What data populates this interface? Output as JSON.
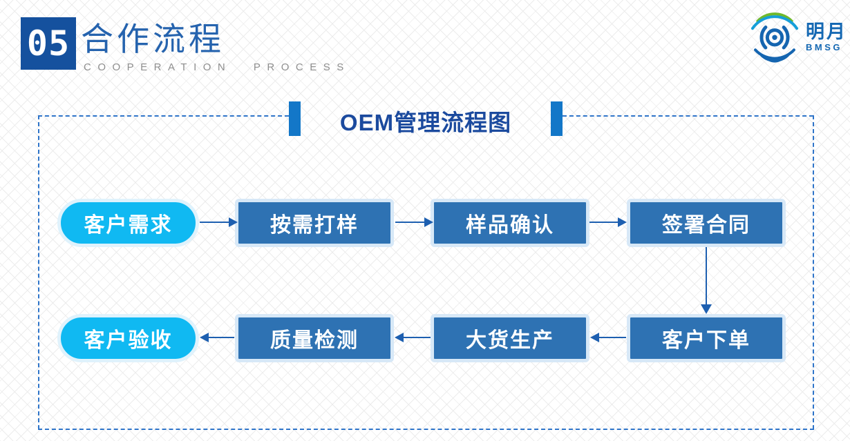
{
  "slide": {
    "header": {
      "number": "05",
      "title": "合作流程",
      "subtitle": "COOPERATION PROCESS"
    },
    "logo": {
      "company_name": "明月",
      "company_abbr": "BMSG"
    },
    "diagram": {
      "title": "OEM管理流程图",
      "flow_row_1": {
        "direction": "left-to-right",
        "steps": [
          "客户需求",
          "按需打样",
          "样品确认",
          "签署合同"
        ]
      },
      "flow_row_2": {
        "direction": "right-to-left",
        "steps": [
          "客户验收",
          "质量检测",
          "大货生产",
          "客户下单"
        ]
      },
      "process_order": [
        "客户需求",
        "按需打样",
        "样品确认",
        "签署合同",
        "客户下单",
        "大货生产",
        "质量检测",
        "客户验收"
      ]
    },
    "colors": {
      "header_square_blue": "#15519E",
      "header_title_blue": "#2563AE",
      "subtitle_gray": "#8E8E8E",
      "diagram_title_blue": "#1B4A9E",
      "title_bar_blue": "#1377C8",
      "dashed_border_blue": "#2E74C9",
      "rect_step_blue": "#2E72B3",
      "pill_step_cyan": "#10B9F2",
      "arrow_blue": "#1D5FB0",
      "logo_blue": "#1468B3",
      "logo_green": "#6FB92C"
    }
  }
}
